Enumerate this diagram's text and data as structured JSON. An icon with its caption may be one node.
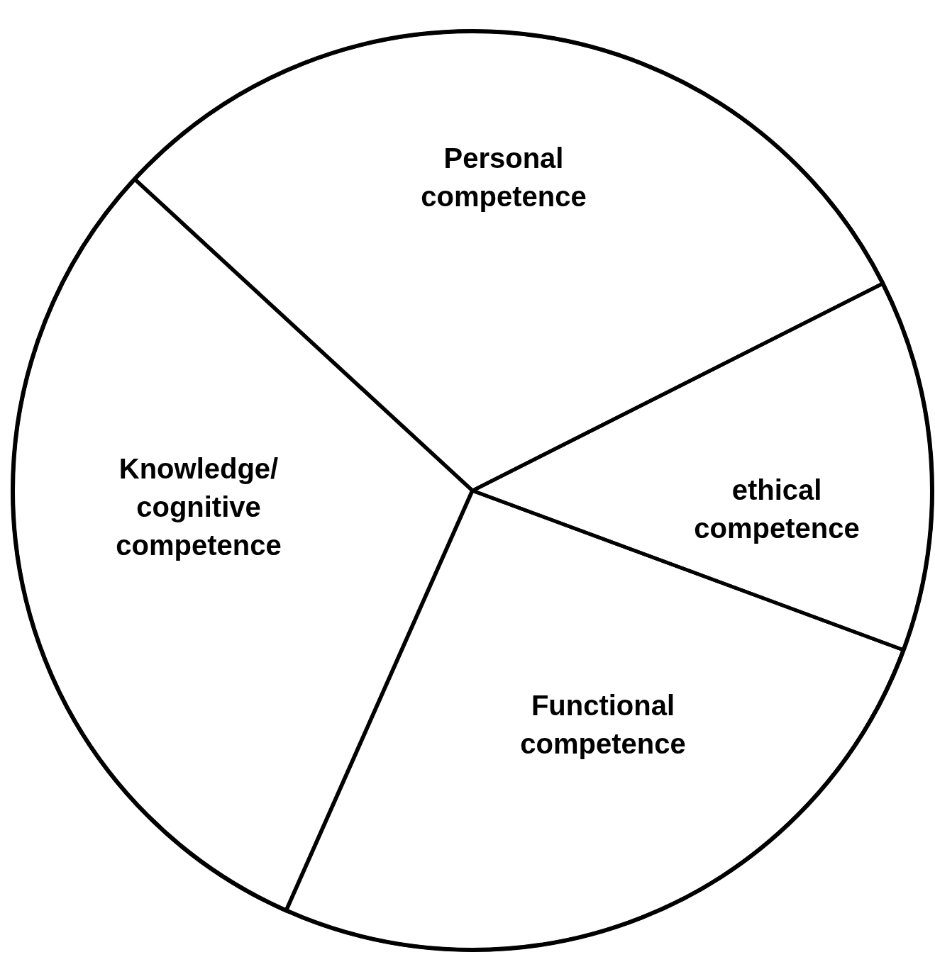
{
  "diagram": {
    "nodes": [
      {
        "text": [
          "Personal competence"
        ]
      },
      {
        "text": [
          "Knowledge/ cognitive competence"
        ]
      },
      {
        "text": [
          "ethical competence"
        ]
      },
      {
        "text": [
          "Functional competence"
        ]
      }
    ]
  }
}
